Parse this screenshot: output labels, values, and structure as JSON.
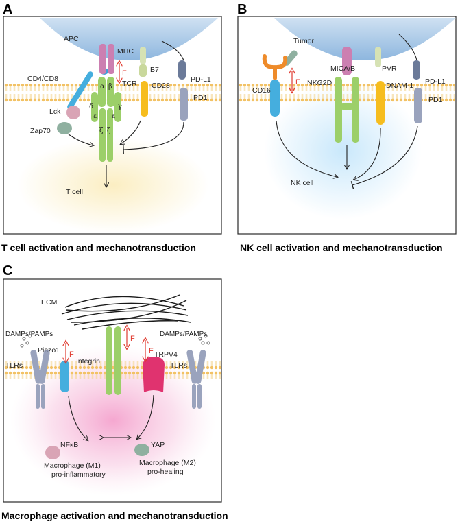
{
  "panels": {
    "a": {
      "letter": "A",
      "caption": "T cell activation and mechanotransduction",
      "labels": {
        "apc": "APC",
        "mhc": "MHC",
        "b7": "B7",
        "pdl1": "PD-L1",
        "cd4cd8": "CD4/CD8",
        "tcr": "TCR",
        "cd28": "CD28",
        "pd1": "PD1",
        "lck": "Lck",
        "zap70": "Zap70",
        "alpha": "α",
        "beta": "β",
        "delta": "δ",
        "gamma": "γ",
        "eps1": "ε",
        "eps2": "ε",
        "zeta1": "ζ",
        "zeta2": "ζ",
        "f": "F",
        "tcell": "T cell"
      }
    },
    "b": {
      "letter": "B",
      "caption": "NK cell activation and mechanotransduction",
      "labels": {
        "tumor": "Tumor",
        "mica": "MICA/B",
        "pvr": "PVR",
        "pdl1": "PD-L1",
        "cd16": "CD16",
        "nkg2d": "NKG2D",
        "dnam": "DNAM-1",
        "pd1": "PD1",
        "f": "F",
        "nkcell": "NK cell"
      }
    },
    "c": {
      "letter": "C",
      "caption": "Macrophage activation and mechanotransduction",
      "labels": {
        "ecm": "ECM",
        "damps_left": "DAMPs/PAMPs",
        "damps_right": "DAMPs/PAMPs",
        "piezo1": "Piezo1",
        "integrin": "Integrin",
        "trpv4": "TRPV4",
        "tlrs_left": "TLRs",
        "tlrs_right": "TLRs",
        "f1": "F",
        "f2": "F",
        "f3": "F",
        "nfkb": "NFκB",
        "yap": "YAP",
        "m1": "Macrophage (M1)",
        "m1_sub": "pro-inflammatory",
        "m2": "Macrophage (M2)",
        "m2_sub": "pro-healing"
      }
    }
  },
  "colors": {
    "force_arrow": "#e03a2f",
    "membrane": "#f2c265",
    "apc_blue": "#b9d3ec",
    "tcr_green": "#9ccf69",
    "mhc_pink": "#cc7fb1",
    "cd28_yellow": "#f6bd1e",
    "pd_gray": "#9aa3bd",
    "cd16_blue": "#45aede",
    "trpv4_magenta": "#e0336f"
  }
}
